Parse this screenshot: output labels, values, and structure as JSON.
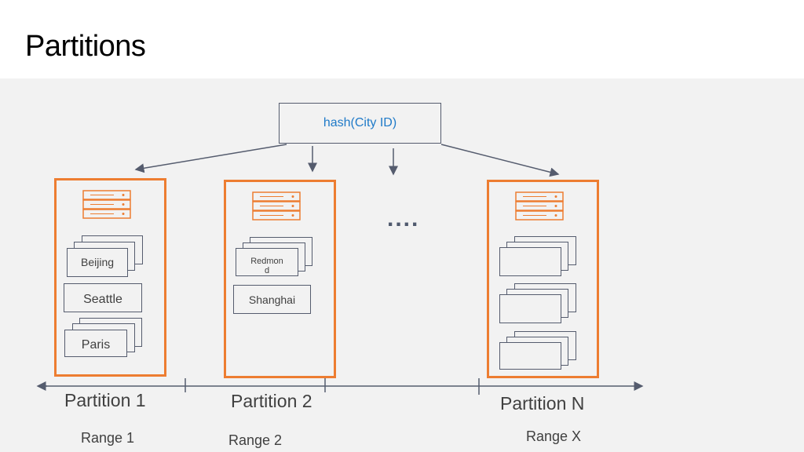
{
  "page": {
    "title": "Partitions"
  },
  "hash_box": {
    "label": "hash(City ID)"
  },
  "ellipsis": "....",
  "partitions": [
    {
      "label": "Partition 1",
      "range": "Range 1",
      "items": [
        "Beijing",
        "Seattle",
        "Paris"
      ]
    },
    {
      "label": "Partition 2",
      "range": "Range 2",
      "items": [
        "Redmon\nd",
        "Shanghai"
      ]
    },
    {
      "label": "Partition N",
      "range": "Range X",
      "items": [
        "",
        "",
        ""
      ]
    }
  ],
  "colors": {
    "partition_border": "#ed7d31",
    "server_icon": "#ed7d31",
    "hash_text": "#1f7ac8",
    "line": "#555c6e",
    "background": "#f2f2f2"
  },
  "icons": {
    "server": "server-stack-icon"
  }
}
